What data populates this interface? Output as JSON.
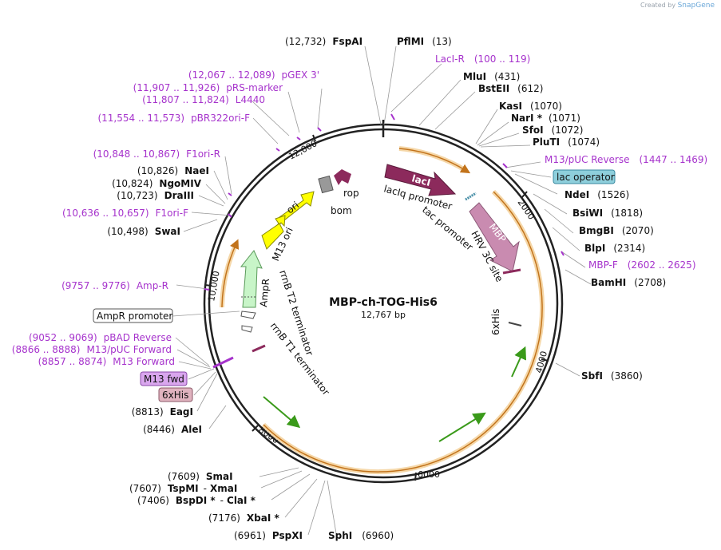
{
  "credit": {
    "prefix": "Created by",
    "brand": "SnapGene"
  },
  "plasmid": {
    "name": "MBP-ch-TOG-His6",
    "length": "12,767 bp"
  },
  "colors": {
    "backbone": "#222222",
    "primer": "#a633cc",
    "orange": "#f0b35a",
    "lacI": "#8c2a5c",
    "MBP": "#c98bb0",
    "ori": "#ffff00",
    "AmpR": "#c8f5c8",
    "lacOp": "#8ecfdc",
    "M13fwd": "#d9a6ee",
    "his": "#e0b3bf"
  },
  "ticks": [
    "2000",
    "4000",
    "6000",
    "8000",
    "10,000",
    "12,000"
  ],
  "sites": [
    {
      "pos": "(12,732)",
      "name": "FspAI",
      "sep": ""
    },
    {
      "name": "PflMI",
      "pos": "(13)"
    },
    {
      "name": "MluI",
      "pos": "(431)"
    },
    {
      "name": "BstEII",
      "pos": "(612)"
    },
    {
      "name": "KasI",
      "pos": "(1070)"
    },
    {
      "name": "NarI *",
      "pos": "(1071)"
    },
    {
      "name": "SfoI",
      "pos": "(1072)"
    },
    {
      "name": "PluTI",
      "pos": "(1074)"
    },
    {
      "name": "NdeI",
      "pos": "(1526)"
    },
    {
      "name": "BsiWI",
      "pos": "(1818)"
    },
    {
      "name": "BmgBI",
      "pos": "(2070)"
    },
    {
      "name": "BlpI",
      "pos": "(2314)"
    },
    {
      "name": "BamHI",
      "pos": "(2708)"
    },
    {
      "name": "SbfI",
      "pos": "(3860)"
    },
    {
      "pos": "(10,826)",
      "name": "NaeI"
    },
    {
      "pos": "(10,824)",
      "name": "NgoMIV"
    },
    {
      "pos": "(10,723)",
      "name": "DraIII"
    },
    {
      "pos": "(10,498)",
      "name": "SwaI"
    },
    {
      "pos": "(8813)",
      "name": "EagI"
    },
    {
      "pos": "(8446)",
      "name": "AleI"
    },
    {
      "pos": "(7609)",
      "name": "SmaI"
    },
    {
      "pos": "(7607)",
      "name": "TspMI",
      "name2": "XmaI"
    },
    {
      "pos": "(7406)",
      "name": "BspDI *",
      "name2": "ClaI *"
    },
    {
      "pos": "(7176)",
      "name": "XbaI *"
    },
    {
      "pos": "(6961)",
      "name": "PspXI"
    },
    {
      "name": "SphI",
      "pos": "(6960)"
    }
  ],
  "primers": [
    {
      "name": "LacI-R",
      "range": "(100 .. 119)"
    },
    {
      "name": "M13/pUC Reverse",
      "range": "(1447 .. 1469)"
    },
    {
      "name": "MBP-F",
      "range": "(2602 .. 2625)"
    },
    {
      "range": "(12,067 .. 12,089)",
      "name": "pGEX 3'"
    },
    {
      "range": "(11,907 .. 11,926)",
      "name": "pRS-marker"
    },
    {
      "range": "(11,807 .. 11,824)",
      "name": "L4440"
    },
    {
      "range": "(11,554 .. 11,573)",
      "name": "pBR322ori-F"
    },
    {
      "range": "(10,848 .. 10,867)",
      "name": "F1ori-R"
    },
    {
      "range": "(10,636 .. 10,657)",
      "name": "F1ori-F"
    },
    {
      "range": "(9757 .. 9776)",
      "name": "Amp-R"
    },
    {
      "range": "(9052 .. 9069)",
      "name": "pBAD Reverse"
    },
    {
      "range": "(8866 .. 8888)",
      "name": "M13/pUC Forward"
    },
    {
      "range": "(8857 .. 8874)",
      "name": "M13 Forward"
    }
  ],
  "boxed": [
    {
      "text": "lac operator"
    },
    {
      "text": "AmpR promoter"
    },
    {
      "text": "M13 fwd"
    },
    {
      "text": "6xHis"
    }
  ],
  "features": {
    "lacI": "lacI",
    "lacIq": "lacIq promoter",
    "tac": "tac promoter",
    "MBP": "MBP",
    "hrv": "HRV 3C site",
    "his": "6xHis",
    "rop": "rop",
    "bom": "bom",
    "ori": "ori",
    "m13ori": "M13 ori",
    "ampr": "AmpR",
    "t2": "rrnB T2 terminator",
    "t1": "rrnB T1 terminator"
  }
}
